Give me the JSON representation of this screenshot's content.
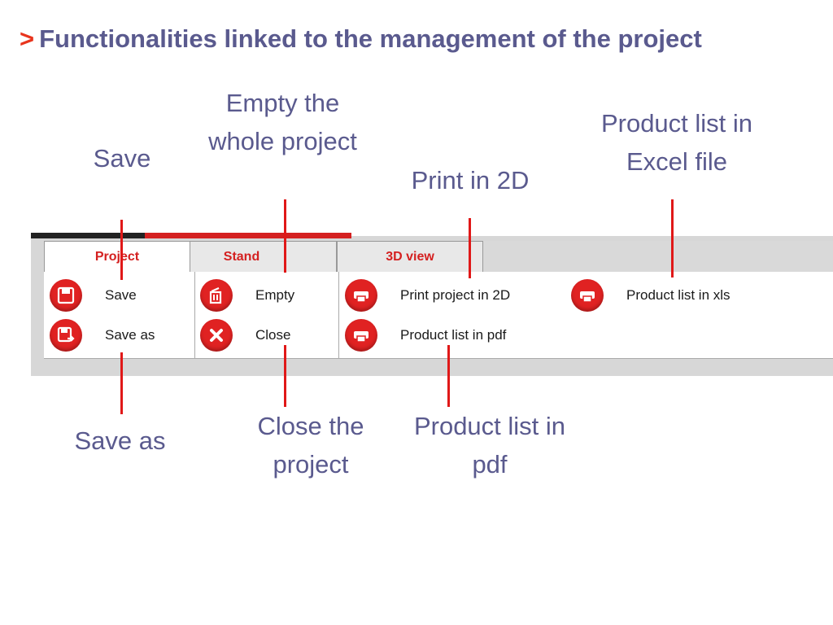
{
  "title": {
    "arrow": ">",
    "text": "Functionalities linked to the management of the project"
  },
  "callouts": {
    "save": "Save",
    "empty": "Empty the whole project",
    "print2d": "Print in 2D",
    "xls": "Product list in Excel file",
    "saveas": "Save as",
    "close": "Close the project",
    "pdf": "Product list in pdf"
  },
  "tabs": [
    "Project",
    "Stand",
    "3D view"
  ],
  "tools": {
    "save": "Save",
    "save_as": "Save as",
    "empty": "Empty",
    "close": "Close",
    "print2d": "Print project in 2D",
    "pdf": "Product list in pdf",
    "xls": "Product list in xls"
  },
  "colors": {
    "accent": "#e02222",
    "text_annotation": "#5a5a8e",
    "arrow": "#e8341c"
  }
}
